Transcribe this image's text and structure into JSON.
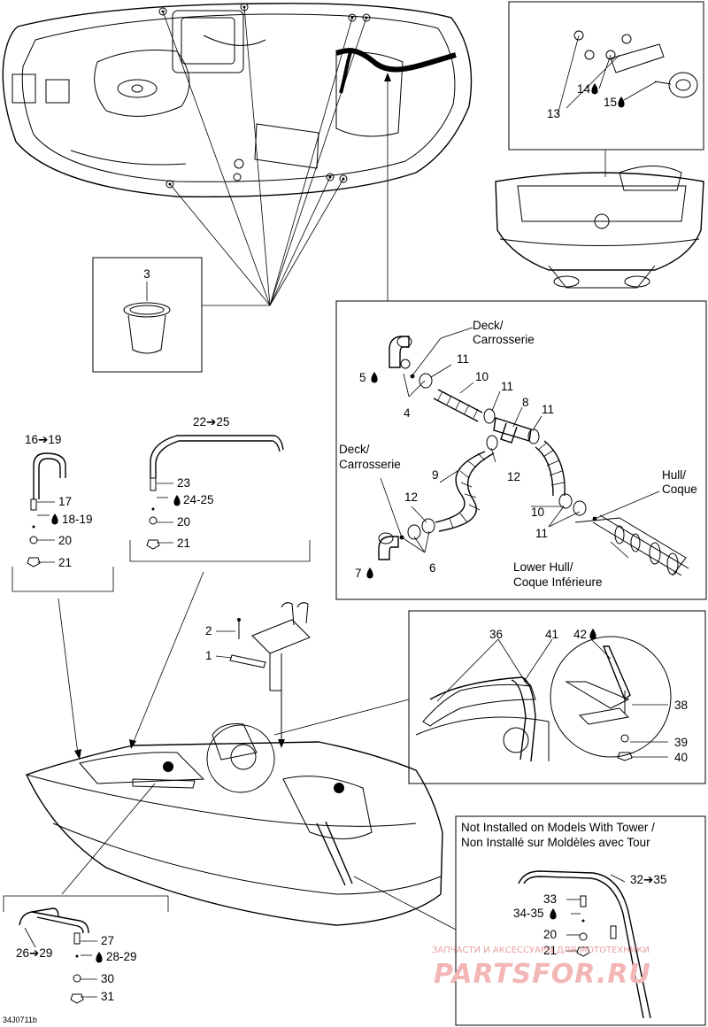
{
  "diagram_code": "34J0711b",
  "callouts": {
    "c1": "1",
    "c2": "2",
    "c3": "3",
    "c4": "4",
    "c5": "5",
    "c6": "6",
    "c7": "7",
    "c8": "8",
    "c9": "9",
    "c10a": "10",
    "c10b": "10",
    "c11a": "11",
    "c11b": "11",
    "c11c": "11",
    "c11d": "11",
    "c12a": "12",
    "c12b": "12",
    "c13": "13",
    "c14": "14",
    "c15": "15",
    "c16_19": "16➔19",
    "c17": "17",
    "c18_19": "18-19",
    "c20a": "20",
    "c21a": "21",
    "c22_25": "22➔25",
    "c23": "23",
    "c24_25": "24-25",
    "c20b": "20",
    "c21b": "21",
    "c26_29": "26➔29",
    "c27": "27",
    "c28_29": "28-29",
    "c30": "30",
    "c31": "31",
    "c32_35": "32➔35",
    "c33": "33",
    "c34_35": "34-35",
    "c20c": "20",
    "c21c": "21",
    "c36": "36",
    "c38": "38",
    "c39": "39",
    "c40": "40",
    "c41": "41",
    "c42": "42"
  },
  "labels": {
    "deck1_line1": "Deck/",
    "deck1_line2": "Carrosserie",
    "deck2_line1": "Deck/",
    "deck2_line2": "Carrosserie",
    "hull_line1": "Hull/",
    "hull_line2": "Coque",
    "lower_hull_line1": "Lower Hull/",
    "lower_hull_line2": "Coque Inférieure",
    "not_installed_line1": "Not Installed on Models With Tower /",
    "not_installed_line2": "Non Installé sur Moldèles avec Tour"
  },
  "watermark": {
    "line1": "ЗАПЧАСТИ И АКСЕССУАРЫ ДЛЯ МОТОТЕХНИКИ",
    "line2": "PARTSFOR.RU",
    "color": "#f2b6b6"
  }
}
